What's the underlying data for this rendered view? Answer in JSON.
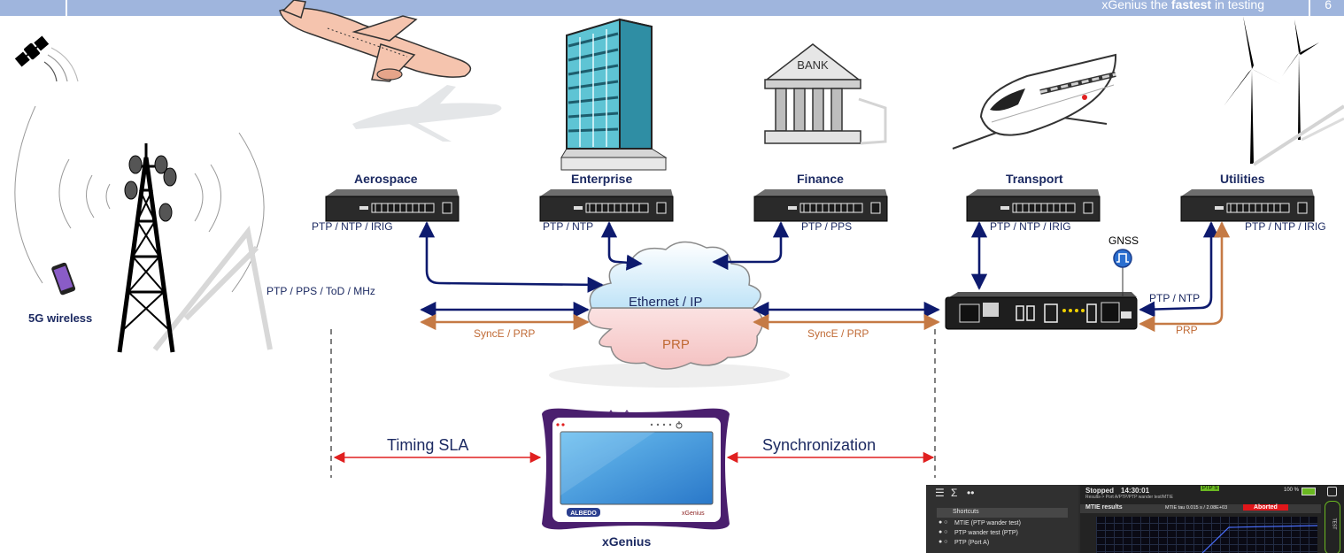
{
  "header": {
    "tagline_prefix": "xGenius the ",
    "tagline_bold": "fastest",
    "tagline_suffix": " in testing",
    "page_number": "6"
  },
  "sectors": {
    "aerospace": {
      "name": "Aerospace",
      "protocols": "PTP / NTP / IRIG"
    },
    "enterprise": {
      "name": "Enterprise",
      "protocols": "PTP / NTP"
    },
    "finance": {
      "name": "Finance",
      "protocols": "PTP / PPS",
      "building_sign": "BANK"
    },
    "transport": {
      "name": "Transport",
      "protocols": "PTP / NTP / IRIG"
    },
    "utilities": {
      "name": "Utilities",
      "protocols": "PTP / NTP / IRIG"
    }
  },
  "wireless": {
    "label": "5G wireless",
    "protocols": "PTP / PPS / ToD / MHz"
  },
  "network": {
    "cloud_top": "Ethernet / IP",
    "cloud_bottom": "PRP",
    "left_link": "SyncE / PRP",
    "right_link": "SyncE / PRP"
  },
  "grandmaster": {
    "gnss": "GNSS",
    "uplink": "PTP / NTP",
    "prp": "PRP"
  },
  "tester": {
    "name": "xGenius",
    "brand": "ALBEDO",
    "model": "xGenius",
    "timing": "Timing SLA",
    "sync": "Synchronization"
  },
  "screen": {
    "state": "Stopped",
    "time": "14:30:01",
    "badge": "PTP S",
    "path": "Results-> Port A/PTP/PTP wander test/MTIE",
    "battery": "100 %",
    "shortcuts": "Shortcuts",
    "tree": [
      "MTIE (PTP wander test)",
      "PTP wander test (PTP)",
      "PTP (Port A)"
    ],
    "results_title": "MTIE results",
    "results_value": "MTIE tau 0.015 s / 2.08E+03",
    "status": "Aborted",
    "side_tab": "TEST"
  },
  "colors": {
    "navy": "#0d1a6e",
    "orange": "#c57a45",
    "red": "#e02020",
    "purple": "#4a1f6e",
    "topbar": "#9fb5dd"
  }
}
